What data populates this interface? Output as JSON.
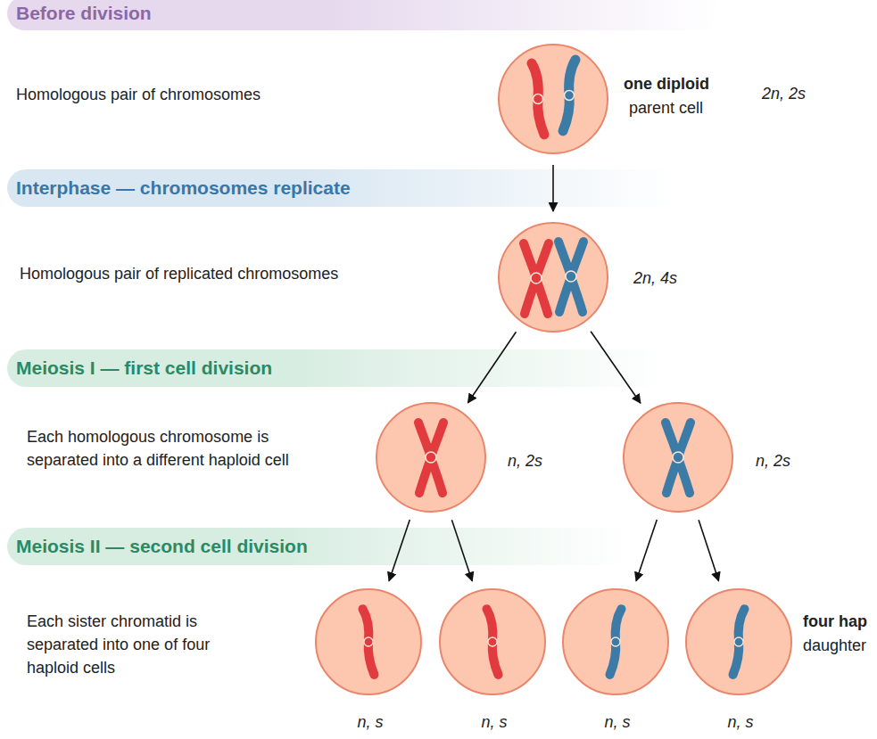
{
  "diagram": {
    "nodes": [
      {
        "text": [
          "Before division"
        ]
      },
      {
        "text": [
          "one diploid",
          "parent cell",
          "2n, 2s"
        ]
      },
      {
        "text": [
          "Interphase — chromosomes replicate"
        ]
      },
      {
        "text": [
          "2n, 4s"
        ]
      },
      {
        "text": [
          "Meiosis I — first cell division"
        ]
      },
      {
        "text": [
          "n, 2s"
        ]
      },
      {
        "text": [
          "n, 2s"
        ]
      },
      {
        "text": [
          "Meiosis II — second cell division"
        ]
      },
      {
        "text": [
          "n, s"
        ]
      },
      {
        "text": [
          "n, s"
        ]
      },
      {
        "text": [
          "n, s"
        ]
      },
      {
        "text": [
          "n, s"
        ]
      }
    ],
    "edges": [
      {
        "from": 1,
        "to": 3,
        "arrow": "to"
      },
      {
        "from": 3,
        "to": 5,
        "arrow": "to"
      },
      {
        "from": 3,
        "to": 6,
        "arrow": "to"
      },
      {
        "from": 5,
        "to": 8,
        "arrow": "to"
      },
      {
        "from": 5,
        "to": 9,
        "arrow": "to"
      },
      {
        "from": 6,
        "to": 10,
        "arrow": "to"
      },
      {
        "from": 6,
        "to": 11,
        "arrow": "to"
      }
    ],
    "labels": [
      "Homologous pair of chromosomes",
      "Homologous pair of replicated chromosomes",
      "Each homologous chromosome is separated into a different haploid cell",
      "Each sister chromatid is separated into one of four haploid cells",
      "four hap",
      "daughter"
    ]
  }
}
